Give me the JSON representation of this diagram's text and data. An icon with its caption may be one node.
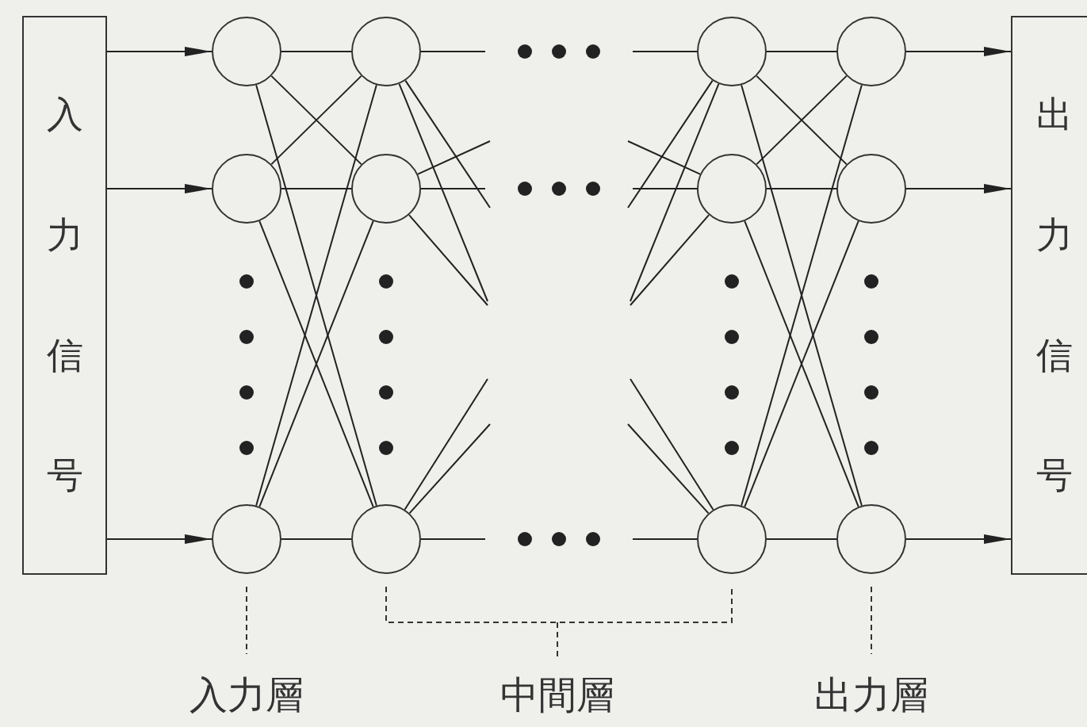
{
  "diagram": {
    "nodes": [
      {
        "text": [
          "入力信号"
        ]
      },
      {
        "text": [
          "出力信号"
        ]
      },
      {
        "text": [],
        "shape": "circle"
      },
      {
        "text": [],
        "shape": "circle"
      },
      {
        "text": [],
        "shape": "circle"
      },
      {
        "text": [],
        "shape": "circle"
      },
      {
        "text": [],
        "shape": "circle"
      },
      {
        "text": [],
        "shape": "circle"
      },
      {
        "text": [],
        "shape": "circle"
      },
      {
        "text": [],
        "shape": "circle"
      },
      {
        "text": [],
        "shape": "circle"
      },
      {
        "text": [],
        "shape": "circle"
      },
      {
        "text": [],
        "shape": "circle"
      },
      {
        "text": [],
        "shape": "circle"
      }
    ],
    "edges": [
      {
        "from": 0,
        "to": 2,
        "arrow": "to"
      },
      {
        "from": 0,
        "to": 3,
        "arrow": "to"
      },
      {
        "from": 0,
        "to": 4,
        "arrow": "to"
      },
      {
        "from": 2,
        "to": 5,
        "arrow": "none"
      },
      {
        "from": 2,
        "to": 6,
        "arrow": "none"
      },
      {
        "from": 2,
        "to": 7,
        "arrow": "none"
      },
      {
        "from": 3,
        "to": 5,
        "arrow": "none"
      },
      {
        "from": 3,
        "to": 6,
        "arrow": "none"
      },
      {
        "from": 3,
        "to": 7,
        "arrow": "none"
      },
      {
        "from": 4,
        "to": 5,
        "arrow": "none"
      },
      {
        "from": 4,
        "to": 6,
        "arrow": "none"
      },
      {
        "from": 4,
        "to": 7,
        "arrow": "none"
      },
      {
        "from": 5,
        "to": null,
        "arrow": "none"
      },
      {
        "from": 5,
        "to": null,
        "arrow": "none"
      },
      {
        "from": 5,
        "to": null,
        "arrow": "none"
      },
      {
        "from": 6,
        "to": null,
        "arrow": "none"
      },
      {
        "from": 6,
        "to": null,
        "arrow": "none"
      },
      {
        "from": 6,
        "to": null,
        "arrow": "none"
      },
      {
        "from": 7,
        "to": null,
        "arrow": "none"
      },
      {
        "from": 7,
        "to": null,
        "arrow": "none"
      },
      {
        "from": 7,
        "to": null,
        "arrow": "none"
      },
      {
        "from": null,
        "to": 8,
        "arrow": "none"
      },
      {
        "from": null,
        "to": 8,
        "arrow": "none"
      },
      {
        "from": null,
        "to": 8,
        "arrow": "none"
      },
      {
        "from": null,
        "to": 9,
        "arrow": "none"
      },
      {
        "from": null,
        "to": 9,
        "arrow": "none"
      },
      {
        "from": null,
        "to": 9,
        "arrow": "none"
      },
      {
        "from": null,
        "to": 10,
        "arrow": "none"
      },
      {
        "from": null,
        "to": 10,
        "arrow": "none"
      },
      {
        "from": null,
        "to": 10,
        "arrow": "none"
      },
      {
        "from": 8,
        "to": 11,
        "arrow": "none"
      },
      {
        "from": 8,
        "to": 12,
        "arrow": "none"
      },
      {
        "from": 8,
        "to": 13,
        "arrow": "none"
      },
      {
        "from": 9,
        "to": 11,
        "arrow": "none"
      },
      {
        "from": 9,
        "to": 12,
        "arrow": "none"
      },
      {
        "from": 9,
        "to": 13,
        "arrow": "none"
      },
      {
        "from": 10,
        "to": 11,
        "arrow": "none"
      },
      {
        "from": 10,
        "to": 12,
        "arrow": "none"
      },
      {
        "from": 10,
        "to": 13,
        "arrow": "none"
      },
      {
        "from": 11,
        "to": 1,
        "arrow": "to"
      },
      {
        "from": 12,
        "to": 1,
        "arrow": "to"
      },
      {
        "from": 13,
        "to": 1,
        "arrow": "to"
      }
    ],
    "labels": [
      "入力層",
      "中間層",
      "出力層"
    ]
  }
}
